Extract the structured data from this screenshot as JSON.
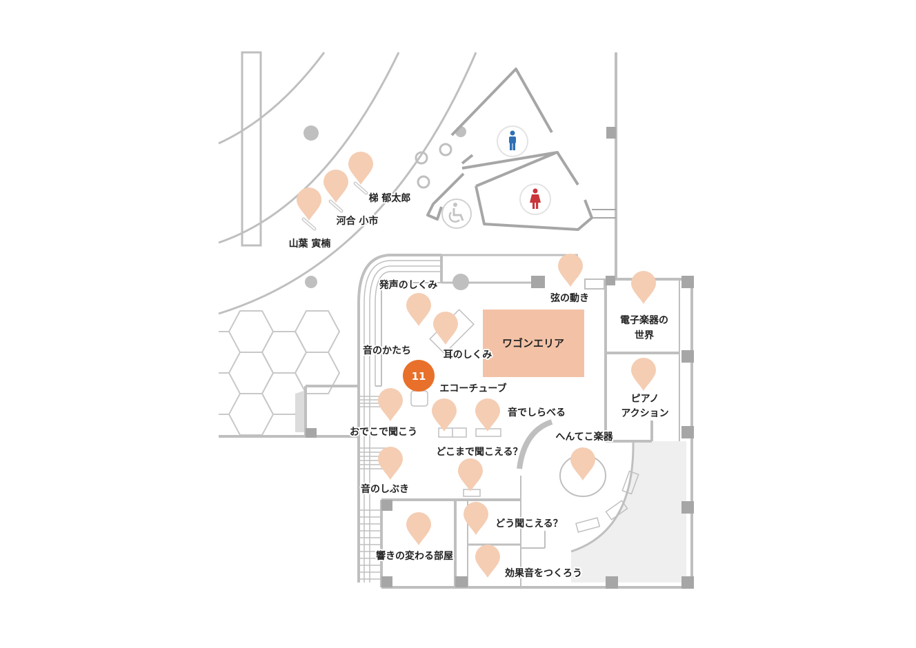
{
  "colors": {
    "wall": "#bfbfbf",
    "wall_dark": "#a6a6a6",
    "floor_shade": "#efefef",
    "pin": "#f4cdb3",
    "wagon_area": "#f3c2a6",
    "highlight": "#e8702a",
    "male": "#2f6fb5",
    "female": "#c8363a"
  },
  "highlight": {
    "number": "11",
    "label": "エコーチューブ"
  },
  "wagon_area": {
    "label": "ワゴンエリア"
  },
  "labels": {
    "kakehashi": "梯 郁太郎",
    "kawai": "河合 小市",
    "yamaha": "山葉 寅楠",
    "hassei": "発声のしくみ",
    "gen": "弦の動き",
    "denshi_1": "電子楽器の",
    "denshi_2": "世界",
    "oto_katachi": "音のかたち",
    "mimi": "耳のしくみ",
    "piano_1": "ピアノ",
    "piano_2": "アクション",
    "oto_shiraberu": "音でしらべる",
    "odeko": "おでこで聞こう",
    "hentekko": "へんてこ楽器",
    "dokomade": "どこまで聞こえる？",
    "shibuki": "音のしぶき",
    "dou": "どう聞こえる？",
    "hibiki": "響きの変わる部屋",
    "koka": "効果音をつくろう"
  },
  "icons": {
    "male": "male-restroom-icon",
    "female": "female-restroom-icon",
    "accessible": "wheelchair-icon",
    "pin": "map-pin-icon"
  }
}
